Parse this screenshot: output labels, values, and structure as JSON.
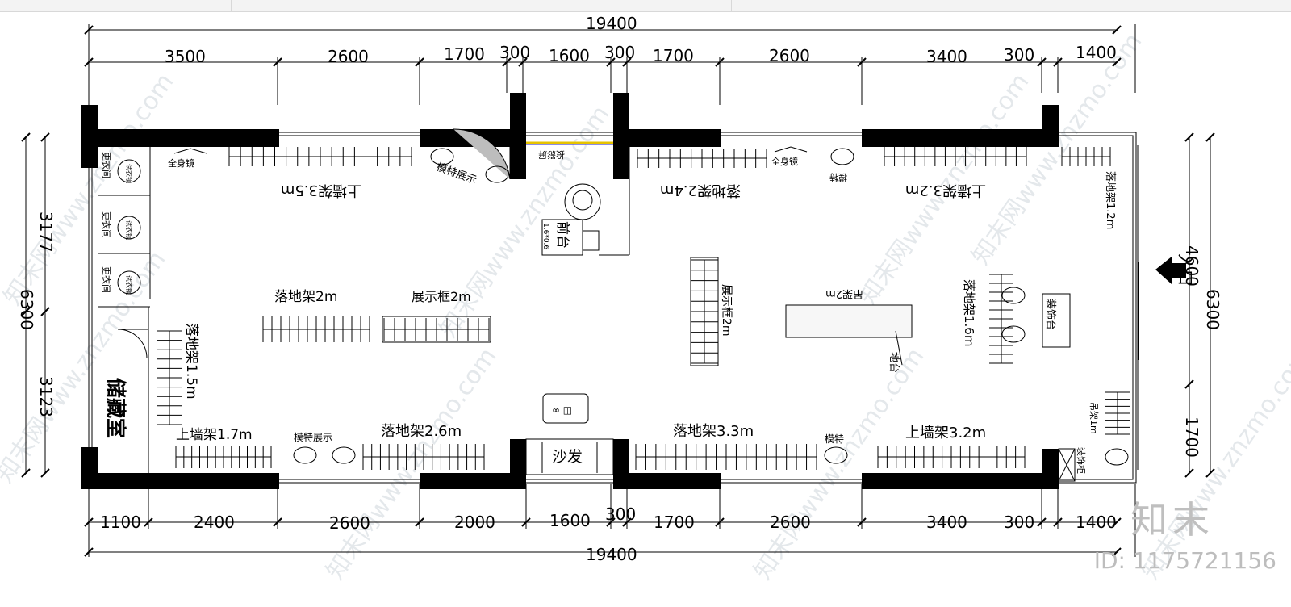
{
  "dimensions": {
    "total_top": "19400",
    "total_bottom": "19400",
    "top": [
      "3500",
      "2600",
      "1700",
      "300",
      "1600",
      "300",
      "1700",
      "2600",
      "3400",
      "300",
      "1400"
    ],
    "bottom": [
      "1100",
      "2400",
      "2600",
      "2000",
      "1600",
      "300",
      "1700",
      "2600",
      "3400",
      "300",
      "1400"
    ],
    "left": [
      "3177",
      "6300",
      "3123"
    ],
    "right": [
      "4600",
      "6300",
      "1700"
    ]
  },
  "labels": {
    "fitting": "更衣间",
    "fitting_mirror": "试衣镜",
    "full_mirror": "全身镜",
    "model_display": "模特展示",
    "model": "模特",
    "projection": "投影屏",
    "front_desk": "前台",
    "front_desk_size": "1.6*0.6",
    "storage": "储藏室",
    "entrance": "入口",
    "wall_rack_35": "上墙架3.5m",
    "floor_rack_24": "落地架2.4m",
    "wall_rack_32_top": "上墙架3.2m",
    "floor_rack_12": "落地架1.2m",
    "floor_rack_2": "落地架2m",
    "display_frame_2": "展示框2m",
    "display_frame_2v": "展示框2m",
    "hanging_rack_2": "吊架2m",
    "floor_platform": "地台",
    "floor_rack_16": "落地架1.6m",
    "deco_table": "装饰台",
    "floor_rack_15": "落地架1.5m",
    "wall_rack_17": "上墙架1.7m",
    "floor_rack_26": "落地架2.6m",
    "sofa": "沙发",
    "floor_rack_33": "落地架3.3m",
    "wall_rack_32_bottom": "上墙架3.2m",
    "hanging_rack_1": "吊架1m",
    "deco_cabinet": "装饰柜"
  },
  "watermark": {
    "logo": "知末",
    "id": "ID: 1175721156",
    "text": "知末网www.znzmo.com"
  }
}
